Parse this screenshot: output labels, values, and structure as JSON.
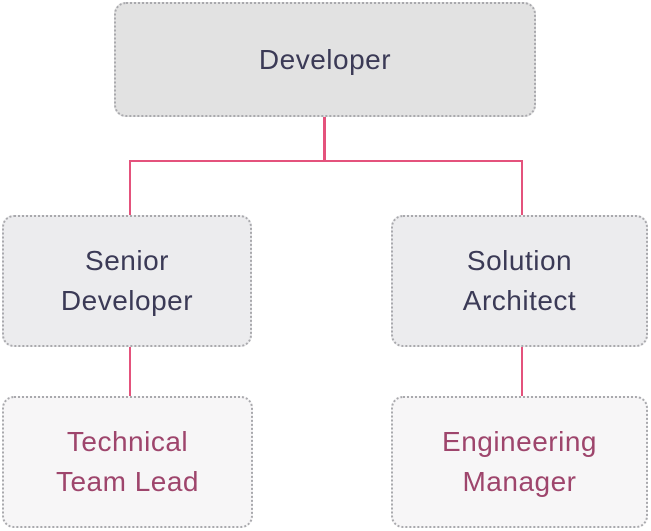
{
  "diagram": {
    "type": "flowchart-org-chart",
    "nodes": {
      "developer": {
        "label": "Developer",
        "level": 1
      },
      "senior_developer": {
        "label": "Senior Developer",
        "level": 2
      },
      "solution_architect": {
        "label": "Solution Architect",
        "level": 2
      },
      "technical_team_lead": {
        "label": "Technical Team Lead",
        "level": 3
      },
      "engineering_manager": {
        "label": "Engineering Manager",
        "level": 3
      }
    },
    "edges": [
      {
        "from": "Developer",
        "to": "Senior Developer"
      },
      {
        "from": "Developer",
        "to": "Solution Architect"
      },
      {
        "from": "Senior Developer",
        "to": "Technical Team Lead"
      },
      {
        "from": "Solution Architect",
        "to": "Engineering Manager"
      }
    ],
    "colors": {
      "connector": "#e4527c",
      "level1_fill": "#e2e2e2",
      "level2_fill": "#ececee",
      "level3_fill": "#f7f6f7",
      "level1_2_text": "#3b3a56",
      "level3_text": "#9e456c",
      "border_dots": "#a9a9ad",
      "background": "#ffffff"
    }
  }
}
